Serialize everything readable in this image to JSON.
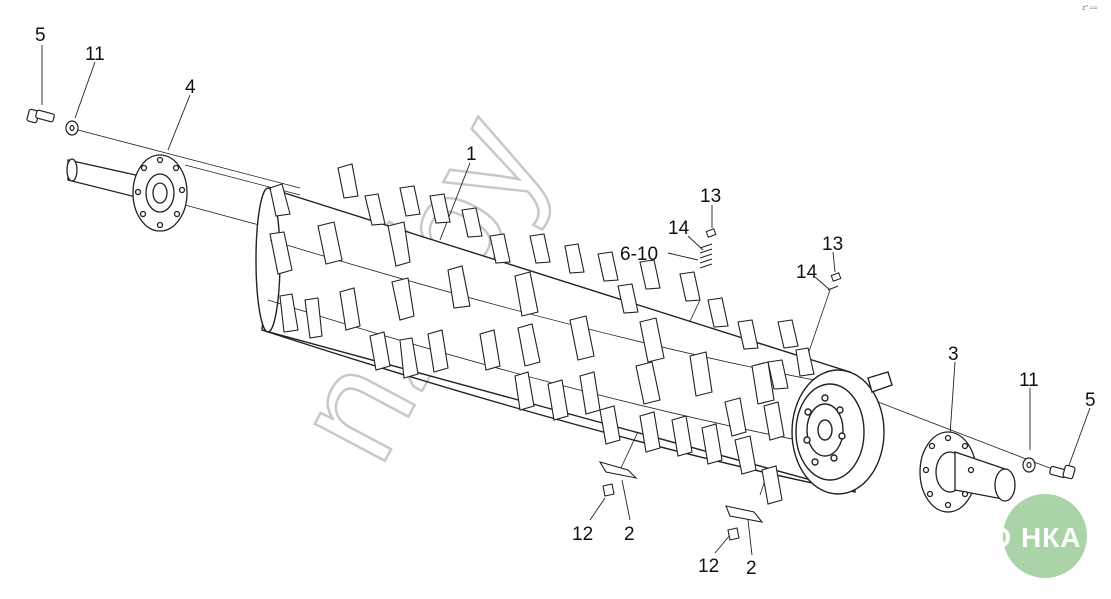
{
  "diagram": {
    "callouts": {
      "shaft_bolt_left": "5",
      "washer_left": "11",
      "flange_left": "4",
      "drum": "1",
      "bolt_top_a": "13",
      "pin_top_a": "14",
      "range_label": "6-10",
      "bolt_top_b": "13",
      "pin_top_b": "14",
      "flange_right": "3",
      "washer_right": "11",
      "shaft_bolt_right": "5",
      "tooth_bolt_a": "12",
      "tooth_a": "2",
      "tooth_bolt_b": "12",
      "tooth_b": "2"
    },
    "watermark": "nz.by",
    "logo": {
      "text": "АГРО НКА",
      "color": "#9ccc9a"
    },
    "corner_mark": "z\" ≈≈"
  }
}
